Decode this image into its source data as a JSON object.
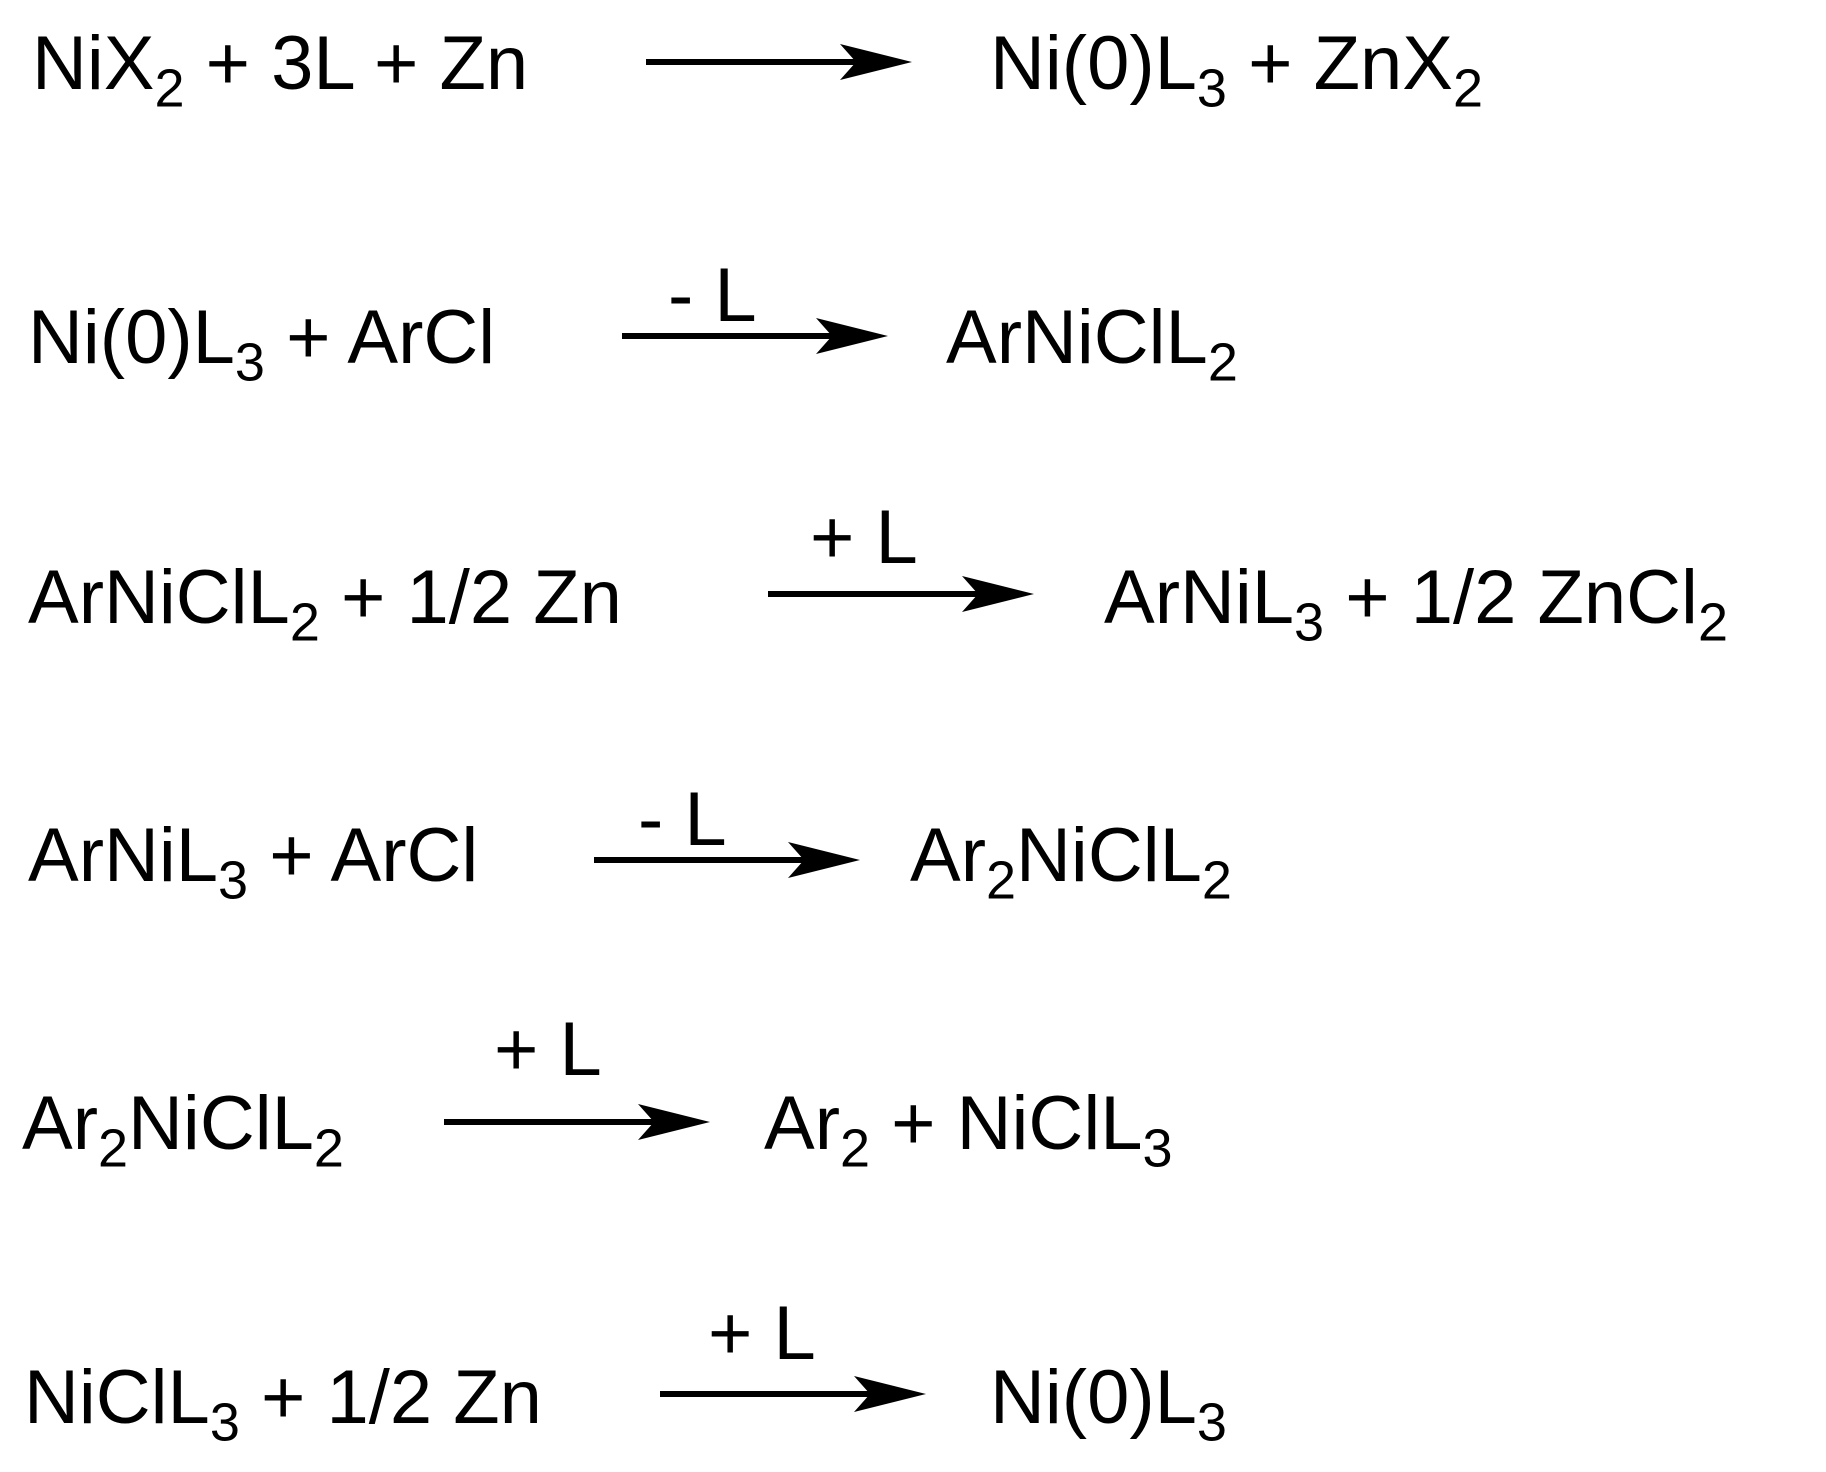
{
  "equations": [
    {
      "reactants": [
        {
          "text": "NiX",
          "sub": "2"
        },
        {
          "text": " + 3L + Zn",
          "sub": ""
        }
      ],
      "condition": "",
      "products": [
        {
          "text": "Ni(0)L",
          "sub": "3"
        },
        {
          "text": " + ZnX",
          "sub": "2"
        }
      ]
    },
    {
      "reactants": [
        {
          "text": "Ni(0)L",
          "sub": "3"
        },
        {
          "text": " + ArCl",
          "sub": ""
        }
      ],
      "condition": "- L",
      "products": [
        {
          "text": "ArNiClL",
          "sub": "2"
        }
      ]
    },
    {
      "reactants": [
        {
          "text": "ArNiClL",
          "sub": "2"
        },
        {
          "text": " + 1/2 Zn",
          "sub": ""
        }
      ],
      "condition": "+ L",
      "products": [
        {
          "text": "ArNiL",
          "sub": "3"
        },
        {
          "text": " + 1/2 ZnCl",
          "sub": "2"
        }
      ]
    },
    {
      "reactants": [
        {
          "text": "ArNiL",
          "sub": "3"
        },
        {
          "text": " + ArCl",
          "sub": ""
        }
      ],
      "condition": "- L",
      "products": [
        {
          "text": "Ar",
          "sub": "2"
        },
        {
          "text": "NiClL",
          "sub": "2"
        }
      ]
    },
    {
      "reactants": [
        {
          "text": "Ar",
          "sub": "2"
        },
        {
          "text": "NiClL",
          "sub": "2"
        }
      ],
      "condition": "+ L",
      "products": [
        {
          "text": "Ar",
          "sub": "2"
        },
        {
          "text": " + NiClL",
          "sub": "3"
        }
      ]
    },
    {
      "reactants": [
        {
          "text": "NiClL",
          "sub": "3"
        },
        {
          "text": " + 1/2 Zn",
          "sub": ""
        }
      ],
      "condition": "+ L",
      "products": [
        {
          "text": "Ni(0)L",
          "sub": "3"
        }
      ]
    }
  ]
}
